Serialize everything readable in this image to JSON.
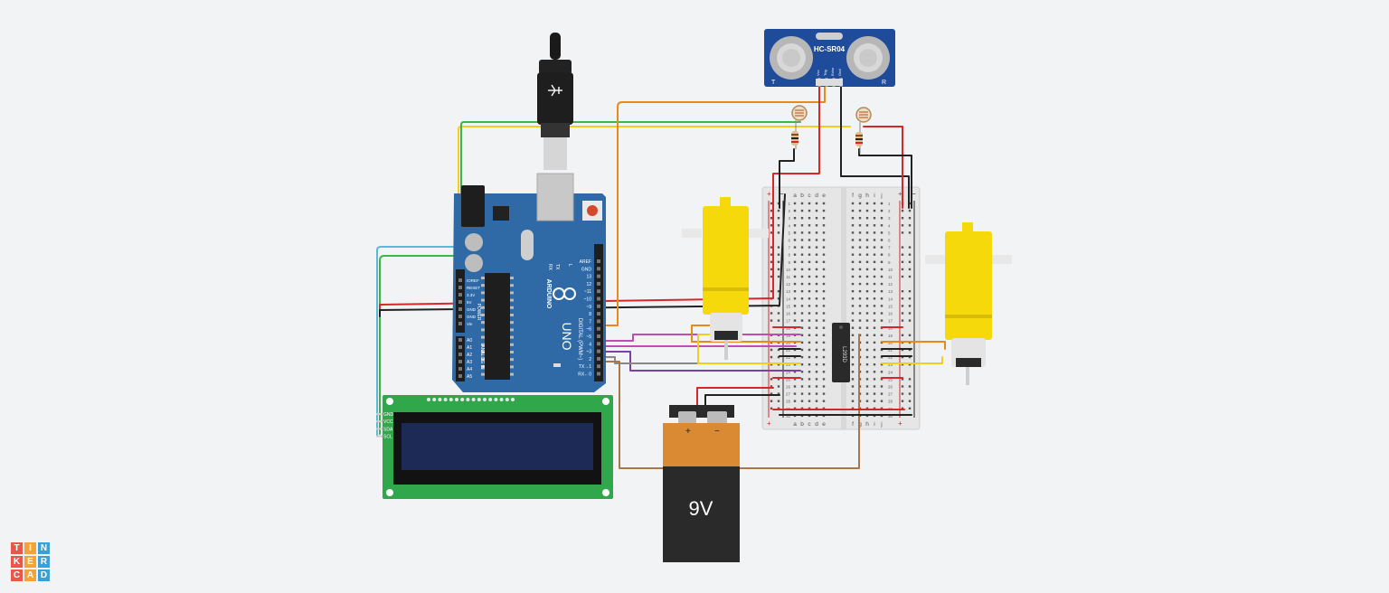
{
  "sensor": {
    "model": "HC-SR04",
    "pins": [
      "Vcc",
      "Trig",
      "Echo",
      "Gnd"
    ],
    "left_mark": "T",
    "right_mark": "R"
  },
  "arduino": {
    "brand": "ARDUINO",
    "model": "UNO",
    "digital_header_label": "DIGITAL (PWM~)",
    "power_header_label": "POWER",
    "analog_header_label": "ANALOG IN",
    "tx_label": "TX",
    "rx_label": "RX",
    "l_label": "L",
    "digital_pins": [
      "AREF",
      "GND",
      "13",
      "12",
      "~11",
      "~10",
      "~9",
      "8",
      "7",
      "~6",
      "~5",
      "4",
      "~3",
      "2",
      "TX→1",
      "RX←0"
    ],
    "power_pins": [
      "IOREF",
      "RESET",
      "3.3V",
      "5V",
      "GND",
      "GND",
      "Vin"
    ],
    "analog_pins": [
      "A0",
      "A1",
      "A2",
      "A3",
      "A4",
      "A5"
    ]
  },
  "lcd": {
    "pins": [
      "GND",
      "VCC",
      "SDA",
      "SCL"
    ]
  },
  "battery": {
    "label": "9V",
    "plus": "+",
    "minus": "−"
  },
  "breadboard": {
    "columns_left": [
      "a",
      "b",
      "c",
      "d",
      "e"
    ],
    "columns_right": [
      "f",
      "g",
      "h",
      "i",
      "j"
    ],
    "rows": [
      "1",
      "2",
      "3",
      "4",
      "5",
      "6",
      "7",
      "8",
      "9",
      "10",
      "11",
      "12",
      "13",
      "14",
      "15",
      "16",
      "17",
      "18",
      "19",
      "20",
      "21",
      "22",
      "23",
      "24",
      "25",
      "26",
      "27",
      "28",
      "29",
      "30"
    ],
    "rail_plus": "+",
    "rail_minus": "−"
  },
  "chip": {
    "label": "L293D"
  },
  "logo": {
    "letters": [
      "T",
      "I",
      "N",
      "K",
      "E",
      "R",
      "C",
      "A",
      "D"
    ],
    "colors": [
      "#e8584a",
      "#f4a437",
      "#3aa0d8",
      "#e8584a",
      "#f4a437",
      "#3aa0d8",
      "#e8584a",
      "#f4a437",
      "#3aa0d8"
    ]
  },
  "colors": {
    "wire_red": "#d62828",
    "wire_black": "#222222",
    "wire_yellow": "#f2cf1e",
    "wire_orange": "#e8891a",
    "wire_green": "#3cb54a",
    "wire_cyan": "#5ab9d6",
    "wire_purple": "#7b3fa8",
    "wire_magenta": "#c24bb3",
    "wire_brown": "#a8784a",
    "board_blue": "#2f6aa6",
    "motor_yellow": "#f5d90a",
    "lcd_green": "#2fa74a"
  }
}
